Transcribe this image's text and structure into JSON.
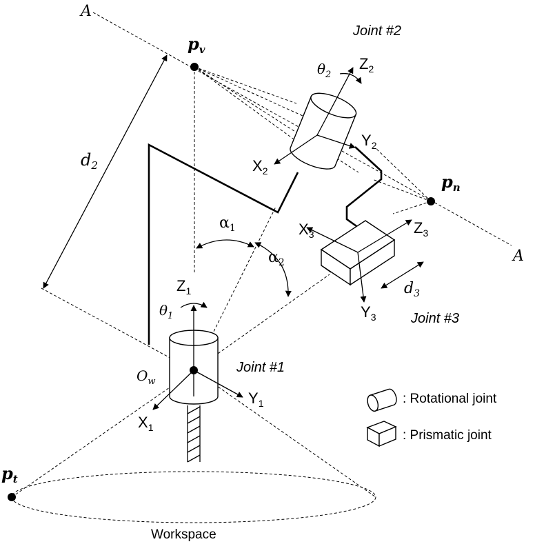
{
  "labels": {
    "line_a_top": "A",
    "line_a_bottom": "A",
    "joint2": "Joint #2",
    "joint3": "Joint #3",
    "joint1": "Joint #1",
    "pv": "p",
    "pv_sub": "v",
    "pn": "p",
    "pn_sub": "n",
    "pt": "p",
    "pt_sub": "t",
    "d2": "d",
    "d2_sub": "2",
    "d3": "d",
    "d3_sub": "3",
    "theta1": "θ",
    "theta1_sub": "1",
    "theta2": "θ",
    "theta2_sub": "2",
    "alpha1": "α",
    "alpha1_sub": "1",
    "alpha2": "α",
    "alpha2_sub": "2",
    "z1": "Z",
    "z1_sub": "1",
    "x1": "X",
    "x1_sub": "1",
    "y1": "Y",
    "y1_sub": "1",
    "z2": "Z",
    "z2_sub": "2",
    "x2": "X",
    "x2_sub": "2",
    "y2": "Y",
    "y2_sub": "2",
    "z3": "Z",
    "z3_sub": "3",
    "x3": "X",
    "x3_sub": "3",
    "y3": "Y",
    "y3_sub": "3",
    "ow": "O",
    "ow_sub": "w",
    "workspace": "Workspace"
  },
  "legend": {
    "rotational": ": Rotational joint",
    "prismatic": ": Prismatic joint"
  }
}
